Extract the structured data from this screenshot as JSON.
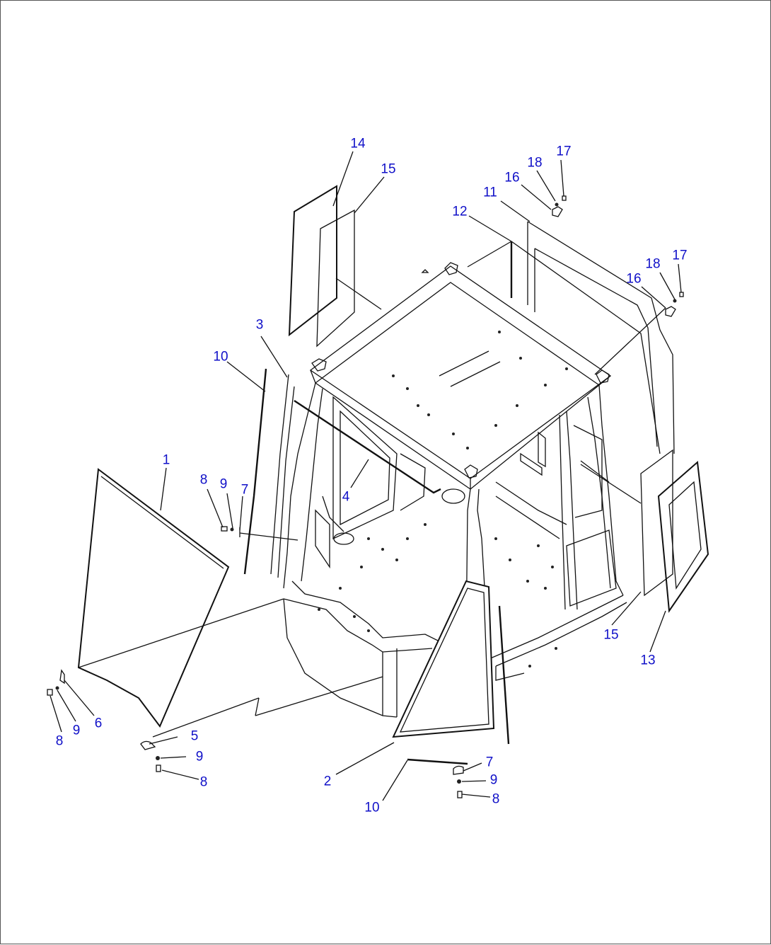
{
  "diagram": {
    "labels": [
      {
        "id": "14",
        "text": "14"
      },
      {
        "id": "15a",
        "text": "15"
      },
      {
        "id": "17a",
        "text": "17"
      },
      {
        "id": "18a",
        "text": "18"
      },
      {
        "id": "16a",
        "text": "16"
      },
      {
        "id": "11",
        "text": "11"
      },
      {
        "id": "12",
        "text": "12"
      },
      {
        "id": "17b",
        "text": "17"
      },
      {
        "id": "18b",
        "text": "18"
      },
      {
        "id": "16b",
        "text": "16"
      },
      {
        "id": "3",
        "text": "3"
      },
      {
        "id": "10a",
        "text": "10"
      },
      {
        "id": "1",
        "text": "1"
      },
      {
        "id": "8a",
        "text": "8"
      },
      {
        "id": "9a",
        "text": "9"
      },
      {
        "id": "7a",
        "text": "7"
      },
      {
        "id": "4",
        "text": "4"
      },
      {
        "id": "15b",
        "text": "15"
      },
      {
        "id": "13",
        "text": "13"
      },
      {
        "id": "8b",
        "text": "8"
      },
      {
        "id": "9b",
        "text": "9"
      },
      {
        "id": "6",
        "text": "6"
      },
      {
        "id": "5",
        "text": "5"
      },
      {
        "id": "9c",
        "text": "9"
      },
      {
        "id": "8c",
        "text": "8"
      },
      {
        "id": "2",
        "text": "2"
      },
      {
        "id": "10b",
        "text": "10"
      },
      {
        "id": "7b",
        "text": "7"
      },
      {
        "id": "9d",
        "text": "9"
      },
      {
        "id": "8d",
        "text": "8"
      }
    ],
    "colors": {
      "label": "#1010c8",
      "lines": "#111111",
      "background": "#ffffff"
    }
  }
}
